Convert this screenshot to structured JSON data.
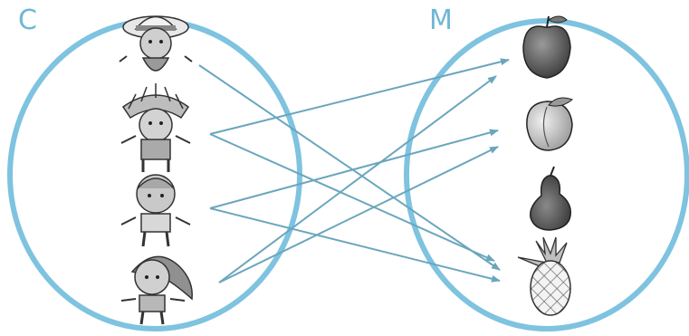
{
  "sets": {
    "left": {
      "label": "C"
    },
    "right": {
      "label": "M"
    }
  },
  "elements": {
    "left": [
      "child-with-hat",
      "child-with-feather-headdress",
      "child-with-short-hair",
      "girl-with-long-hair"
    ],
    "right": [
      "apple",
      "peach",
      "pear",
      "pineapple"
    ]
  },
  "mapping": [
    {
      "from": "child-with-hat",
      "to": "pineapple"
    },
    {
      "from": "child-with-feather-headdress",
      "to": "apple"
    },
    {
      "from": "child-with-feather-headdress",
      "to": "pineapple"
    },
    {
      "from": "child-with-short-hair",
      "to": "peach"
    },
    {
      "from": "child-with-short-hair",
      "to": "pineapple"
    },
    {
      "from": "girl-with-long-hair",
      "to": "apple"
    },
    {
      "from": "girl-with-long-hair",
      "to": "peach"
    }
  ],
  "colors": {
    "ellipse": "#7ec3df",
    "arrow": "#6aa6bd",
    "label": "#6fb7d6"
  }
}
